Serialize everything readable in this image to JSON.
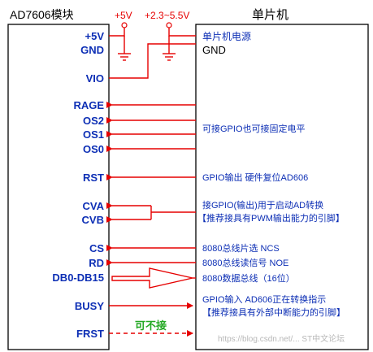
{
  "left_block": {
    "title": "AD7606模块",
    "pins": {
      "v5": "+5V",
      "gnd": "GND",
      "vio": "VIO",
      "range": "RAGE",
      "os2": "OS2",
      "os1": "OS1",
      "os0": "OS0",
      "rst": "RST",
      "cva": "CVA",
      "cvb": "CVB",
      "cs": "CS",
      "rd": "RD",
      "db": "DB0-DB15",
      "busy": "BUSY",
      "frst": "FRST"
    }
  },
  "right_block": {
    "title": "单片机",
    "labels": {
      "power": "单片机电源",
      "gnd": "GND"
    }
  },
  "power": {
    "v5": "+5V",
    "vio_range": "+2.3~5.5V"
  },
  "notes": {
    "os": "可接GPIO也可接固定电平",
    "rst": "GPIO输出  硬件复位AD606",
    "cv_line1": "接GPIO(输出)用于启动AD转换",
    "cv_line2": "【推荐接具有PWM输出能力的引脚】",
    "cs": "8080总线片选 NCS",
    "rd": "8080总线读信号 NOE",
    "db": "8080数据总线（16位）",
    "busy_line1": "GPIO输入  AD606正在转换指示",
    "busy_line2": "【推荐接具有外部中断能力的引脚】",
    "frst": "可不接"
  },
  "watermark": "https://blog.csdn.net/...  ST中文论坛",
  "colors": {
    "pin_text": "#0d2fb5",
    "arrow": "#e60000",
    "note_text": "#0d2fb5",
    "optional": "#22a822"
  }
}
